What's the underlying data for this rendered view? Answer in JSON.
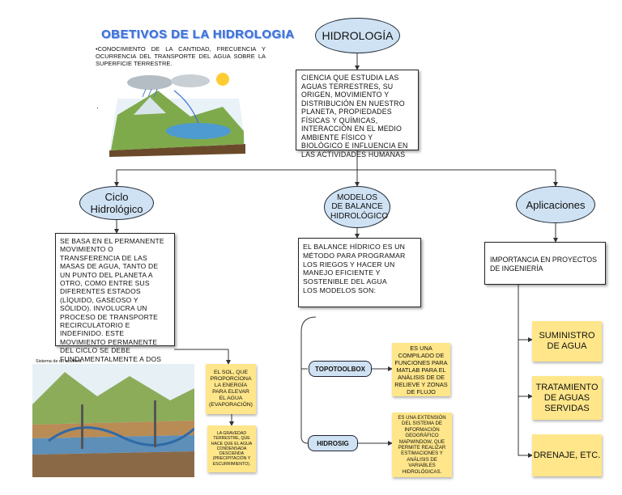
{
  "header": {
    "title": "OBETIVOS DE LA HIDROLOGIA",
    "objective": "•CONOCIMIENTO DE LA CANTIDAD, FRECUENCIA Y OCURRENCIA DEL TRANSPORTE DEL AGUA SOBRE LA SUPERFICIE TERRESTRE.",
    "bullet_mark": "."
  },
  "root": {
    "title": "HIDROLOGÍA",
    "definition": "CIENCIA QUE ESTUDIA LAS AGUAS TERRESTRES, SU ORIGEN, MOVIMIENTO Y DISTRIBUCIÓN EN NUESTRO PLANETA, PROPIEDADES FÍSICAS Y QUÍMICAS, INTERACCIÓN EN EL MEDIO AMBIENTE FÍSICO Y BIOLÓGICO E INFLUENCIA EN LAS ACTIVIDADES HUMANAS"
  },
  "branches": {
    "ciclo": {
      "title": "Ciclo Hidrológico",
      "description": "SE BASA EN EL PERMANENTE MOVIMIENTO O TRANSFERENCIA DE LAS MASAS DE AGUA, TANTO DE UN PUNTO DEL PLANETA A OTRO, COMO ENTRE SUS DIFERENTES ESTADOS (LÍQUIDO, GASEOSO Y SÓLIDO). INVOLUCRA UN PROCESO DE TRANSPORTE RECIRCULATORIO E INDEFINIDO. ESTE MOVIMIENTO PERMANENTE DEL CICLO SE DEBE FUNDAMENTALMENTE A DOS CAUSAS:",
      "cause1": "EL SOL, QUE PROPORCIONA LA ENERGÍA PARA ELEVAR EL AGUA (EVAPORACIÓN)",
      "cause2": "LA GRAVEDAD TERRESTRE, QUE HACE QUE EL AGUA CONDENSADA DESCIENDA (PRECIPITACIÓN Y ESCURRIMIENTO).",
      "aquifer_caption": "Sistema de un acuífero"
    },
    "modelos": {
      "title": "MODELOS DE BALANCE HIDROLÓGICO",
      "description": "EL BALANCE HÍDRICO ES UN MÉTODO PARA PROGRAMAR LOS RIEGOS Y HACER UN MANEJO EFICIENTE Y SOSTENIBLE DEL AGUA\nLOS MODELOS SON:",
      "models": [
        {
          "name": "TOPOTOOLBOX",
          "note": "ES UNA COMPILADO DE FUNCIONES PARA MATLAB PARA EL ANÁLISIS DE DE RELIEVE Y ZONAS DE FLUJO"
        },
        {
          "name": "HIDROSIG",
          "note": "ES UNA EXTENSIÓN DEL SISTEMA DE INFORMACIÓN GEOGRÁFICO MAPWINDOW, QUE PERMITE REALIZAR ESTIMACIONES Y ANÁLISIS DE VARIABLES HIDROLÓGICAS."
        }
      ]
    },
    "aplicaciones": {
      "title": "Aplicaciones",
      "description": "IMPORTANCIA EN PROYECTOS DE INGENIERÍA",
      "items": [
        "SUMINISTRO DE AGUA",
        "TRATAMIENTO DE AGUAS SERVIDAS",
        "DRENAJE, ETC."
      ]
    }
  },
  "colors": {
    "node_fill": "#cfe2f3",
    "sticky": "#ffe68a",
    "title_blue": "#3d6fd6"
  }
}
